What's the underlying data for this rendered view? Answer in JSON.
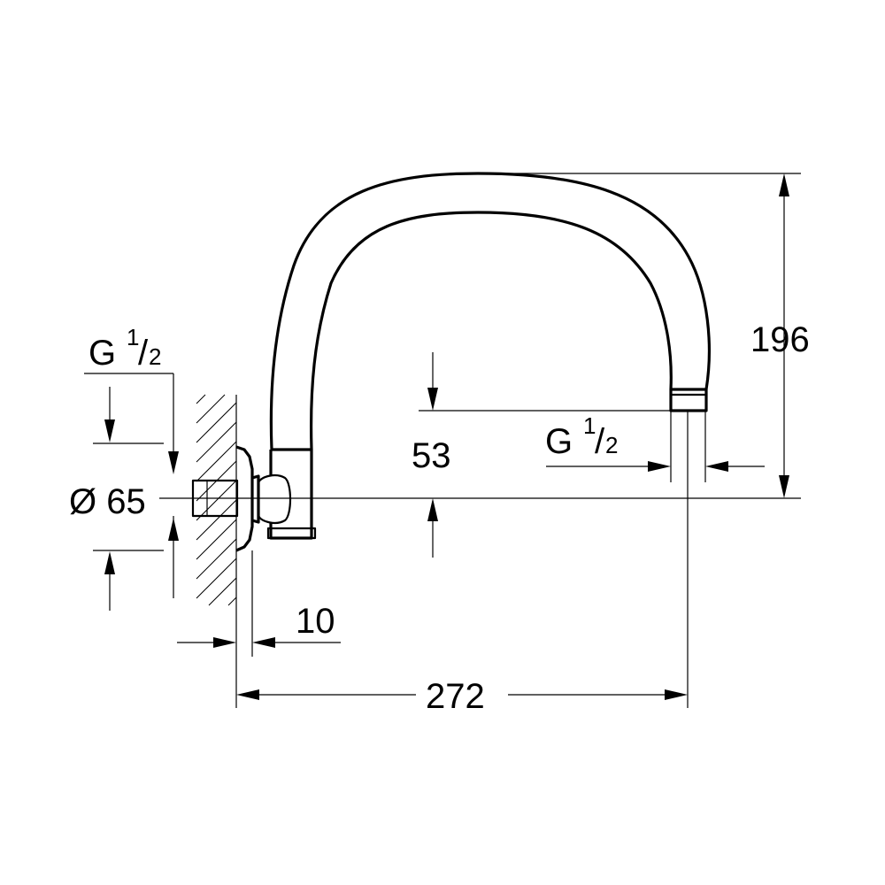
{
  "dimensions": {
    "thread_left": {
      "main": "G",
      "num": "1",
      "den": "2"
    },
    "flange_diameter": "Ø 65",
    "wall_offset": "10",
    "total_length": "272",
    "total_height": "196",
    "outlet_drop": "53",
    "thread_right": {
      "main": "G",
      "num": "1",
      "den": "2"
    }
  }
}
